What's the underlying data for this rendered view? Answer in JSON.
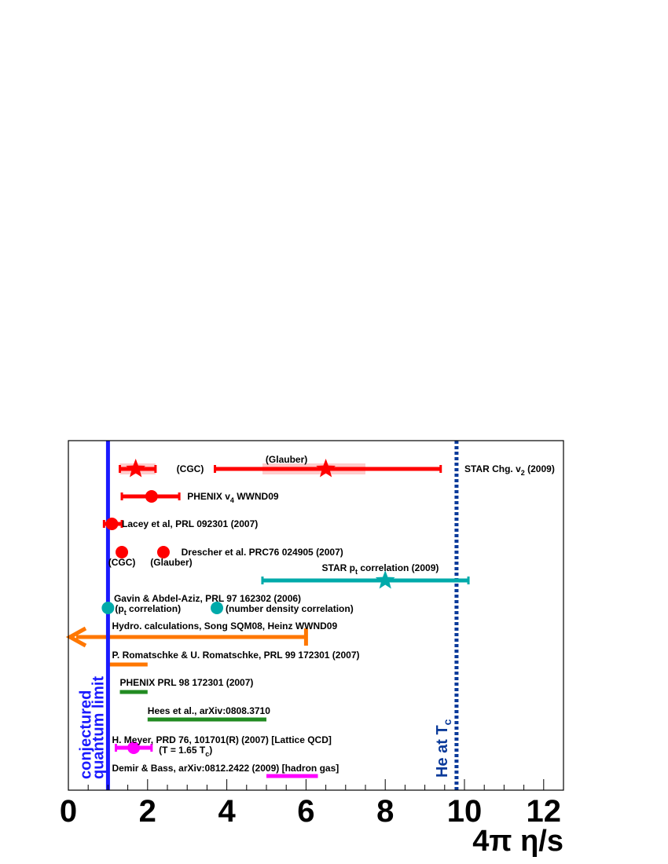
{
  "chart_data": {
    "type": "scatter",
    "xlabel_main": "4π η/s",
    "xlim": [
      0,
      12.5
    ],
    "x_ticks": [
      "0",
      "2",
      "4",
      "6",
      "8",
      "10",
      "12"
    ],
    "x_tick_values": [
      0,
      2,
      4,
      6,
      8,
      10,
      12
    ],
    "vertical_lines": [
      {
        "x": 1.0,
        "label_line1": "conjectured",
        "label_line2": "quantum limit",
        "color": "#1a1aff",
        "style": "solid"
      },
      {
        "x": 9.8,
        "label": "He at T",
        "label_sub": "c",
        "color": "#0a3a9a",
        "style": "dotted"
      }
    ],
    "rows": [
      {
        "y": 1,
        "label": "STAR Chg. v",
        "label_sub": "2",
        "label_tail": " (2009)",
        "label_x": 10.0,
        "color": "#ff0000"
      },
      {
        "y": 2,
        "label": "PHENIX v",
        "label_sub": "4",
        "label_tail": " WWND09",
        "label_x": 3.0,
        "color": "#ff0000"
      },
      {
        "y": 3,
        "label": "Lacey et al, PRL 092301 (2007)",
        "label_x": 1.35,
        "color": "#ff0000"
      },
      {
        "y": 4,
        "label": "Drescher et al. PRC76 024905 (2007)",
        "label_x": 2.85,
        "color": "#ff0000"
      },
      {
        "y": 5,
        "label": "STAR p",
        "label_sub": "t",
        "label_tail": " correlation (2009)",
        "label_x": 6.4,
        "color": "#00aaaa"
      },
      {
        "y": 6,
        "label": "Gavin & Abdel-Aziz, PRL 97 162302 (2006)",
        "label_x": 1.15,
        "color": "#00aaaa"
      },
      {
        "y": 7,
        "label": "Hydro. calculations, Song SQM08, Heinz WWND09",
        "label_x": 1.1,
        "color": "#ff7700"
      },
      {
        "y": 8,
        "label": "P. Romatschke & U. Romatschke, PRL 99 172301 (2007)",
        "label_x": 1.1,
        "color": "#ff7700"
      },
      {
        "y": 9,
        "label": "PHENIX PRL 98 172301 (2007)",
        "label_x": 1.3,
        "color": "#228b22"
      },
      {
        "y": 10,
        "label": "Hees et al., arXiv:0808.3710",
        "label_x": 2.0,
        "color": "#228b22"
      },
      {
        "y": 11,
        "label": "H. Meyer, PRD 76, 101701(R) (2007) [Lattice QCD]",
        "label_x": 1.1,
        "color": "#ff00ff"
      },
      {
        "y": 12,
        "label": "Demir & Bass, arXiv:0812.2422 (2009) [hadron gas]",
        "label_x": 1.1,
        "color": "#ff00ff"
      }
    ],
    "points": [
      {
        "row": 1,
        "x": 1.7,
        "marker": "star",
        "color": "#ff0000",
        "err": [
          1.3,
          2.2
        ],
        "annot": "(CGC)"
      },
      {
        "row": 1,
        "x": 6.5,
        "marker": "star",
        "color": "#ff0000",
        "err": [
          3.7,
          9.4
        ],
        "annot": "(Glauber)"
      },
      {
        "row": 2,
        "x": 2.1,
        "marker": "circle",
        "color": "#ff0000",
        "err": [
          1.35,
          2.8
        ]
      },
      {
        "row": 3,
        "x": 1.1,
        "marker": "circle",
        "color": "#ff0000",
        "err": [
          0.9,
          1.35
        ]
      },
      {
        "row": 4,
        "x": 1.35,
        "marker": "circle",
        "color": "#ff0000",
        "annot": "(CGC)"
      },
      {
        "row": 4,
        "x": 2.4,
        "marker": "circle",
        "color": "#ff0000",
        "annot": "(Glauber)"
      },
      {
        "row": 5,
        "x": 8.0,
        "marker": "star",
        "color": "#00aaaa",
        "err": [
          4.9,
          10.1
        ]
      },
      {
        "row": 6,
        "x": 1.0,
        "marker": "circle",
        "color": "#00aaaa",
        "annot": "(p",
        "annot_sub": "t",
        "annot_tail": " correlation)"
      },
      {
        "row": 6,
        "x": 3.75,
        "marker": "circle",
        "color": "#00aaaa",
        "annot": "(number density correlation)"
      },
      {
        "row": 11,
        "x": 1.65,
        "marker": "circle",
        "color": "#ff00ff",
        "err": [
          1.2,
          2.1
        ],
        "annot": "(T = 1.65 T",
        "annot_sub": "c",
        "annot_tail": ")"
      }
    ],
    "bands": [
      {
        "row": 1,
        "x": [
          1.3,
          2.2
        ],
        "color": "#ffcccc"
      },
      {
        "row": 1,
        "x": [
          4.9,
          7.5
        ],
        "color": "#ffcccc"
      },
      {
        "row": 7,
        "x": [
          0,
          6.0
        ],
        "color": "#ff7700",
        "arrow_left": true
      },
      {
        "row": 8,
        "x": [
          1.0,
          2.0
        ],
        "color": "#ff7700"
      },
      {
        "row": 9,
        "x": [
          1.3,
          2.0
        ],
        "color": "#228b22"
      },
      {
        "row": 10,
        "x": [
          2.0,
          5.0
        ],
        "color": "#228b22"
      },
      {
        "row": 12,
        "x": [
          5.0,
          6.3
        ],
        "color": "#ff00ff"
      }
    ]
  }
}
